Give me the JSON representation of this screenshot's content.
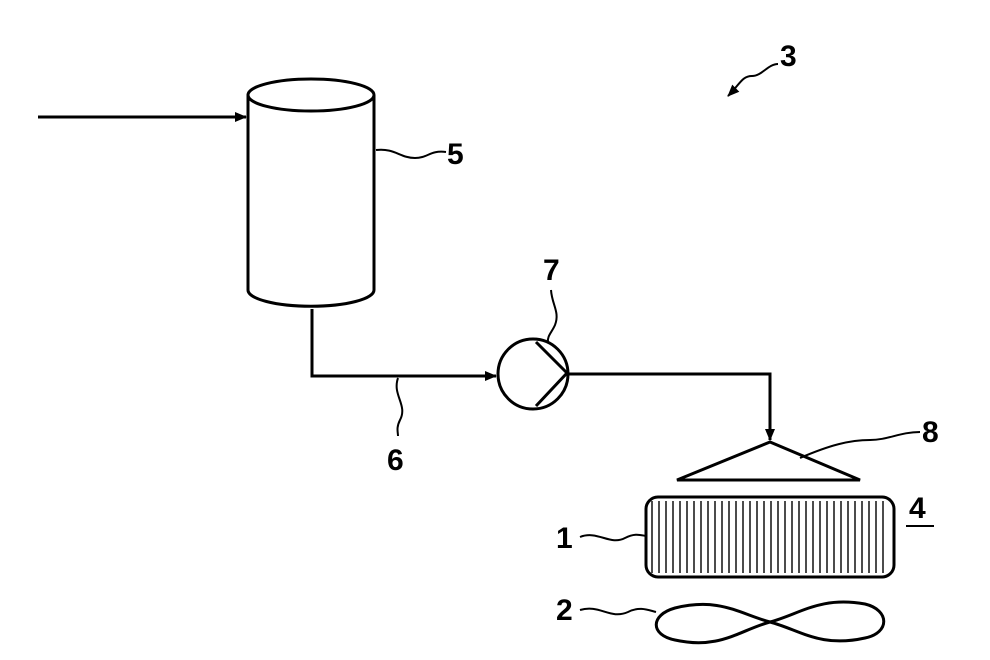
{
  "labels": {
    "system": "3",
    "tank": "5",
    "line": "6",
    "pump": "7",
    "distributor": "8",
    "module": "4",
    "exchanger": "1",
    "fan": "2"
  }
}
